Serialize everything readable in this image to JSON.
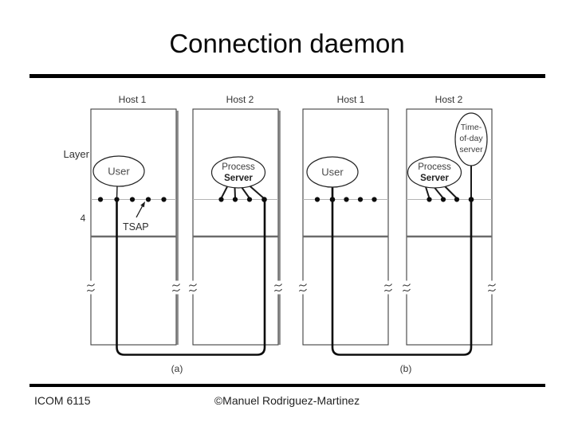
{
  "slide": {
    "title": "Connection daemon",
    "footer_left": "ICOM 6115",
    "footer_center": "©Manuel Rodriguez-Martinez"
  },
  "diagram": {
    "hosts": [
      "Host 1",
      "Host 2",
      "Host 1",
      "Host 2"
    ],
    "layer_label": "Layer",
    "layer_number": "4",
    "tsap_label": "TSAP",
    "captions": {
      "a": "(a)",
      "b": "(b)"
    },
    "ovals": {
      "user_a": "User",
      "user_b": "User",
      "process_server": {
        "line1": "Process",
        "line2": "Server"
      },
      "time_of_day": {
        "line1": "Time-",
        "line2": "of-day",
        "line3": "server"
      }
    },
    "colors": {
      "ink": "#0d0d0d",
      "box_shadow": "#8a8a8a",
      "tsap_row_line": "#b4b4b4"
    }
  }
}
